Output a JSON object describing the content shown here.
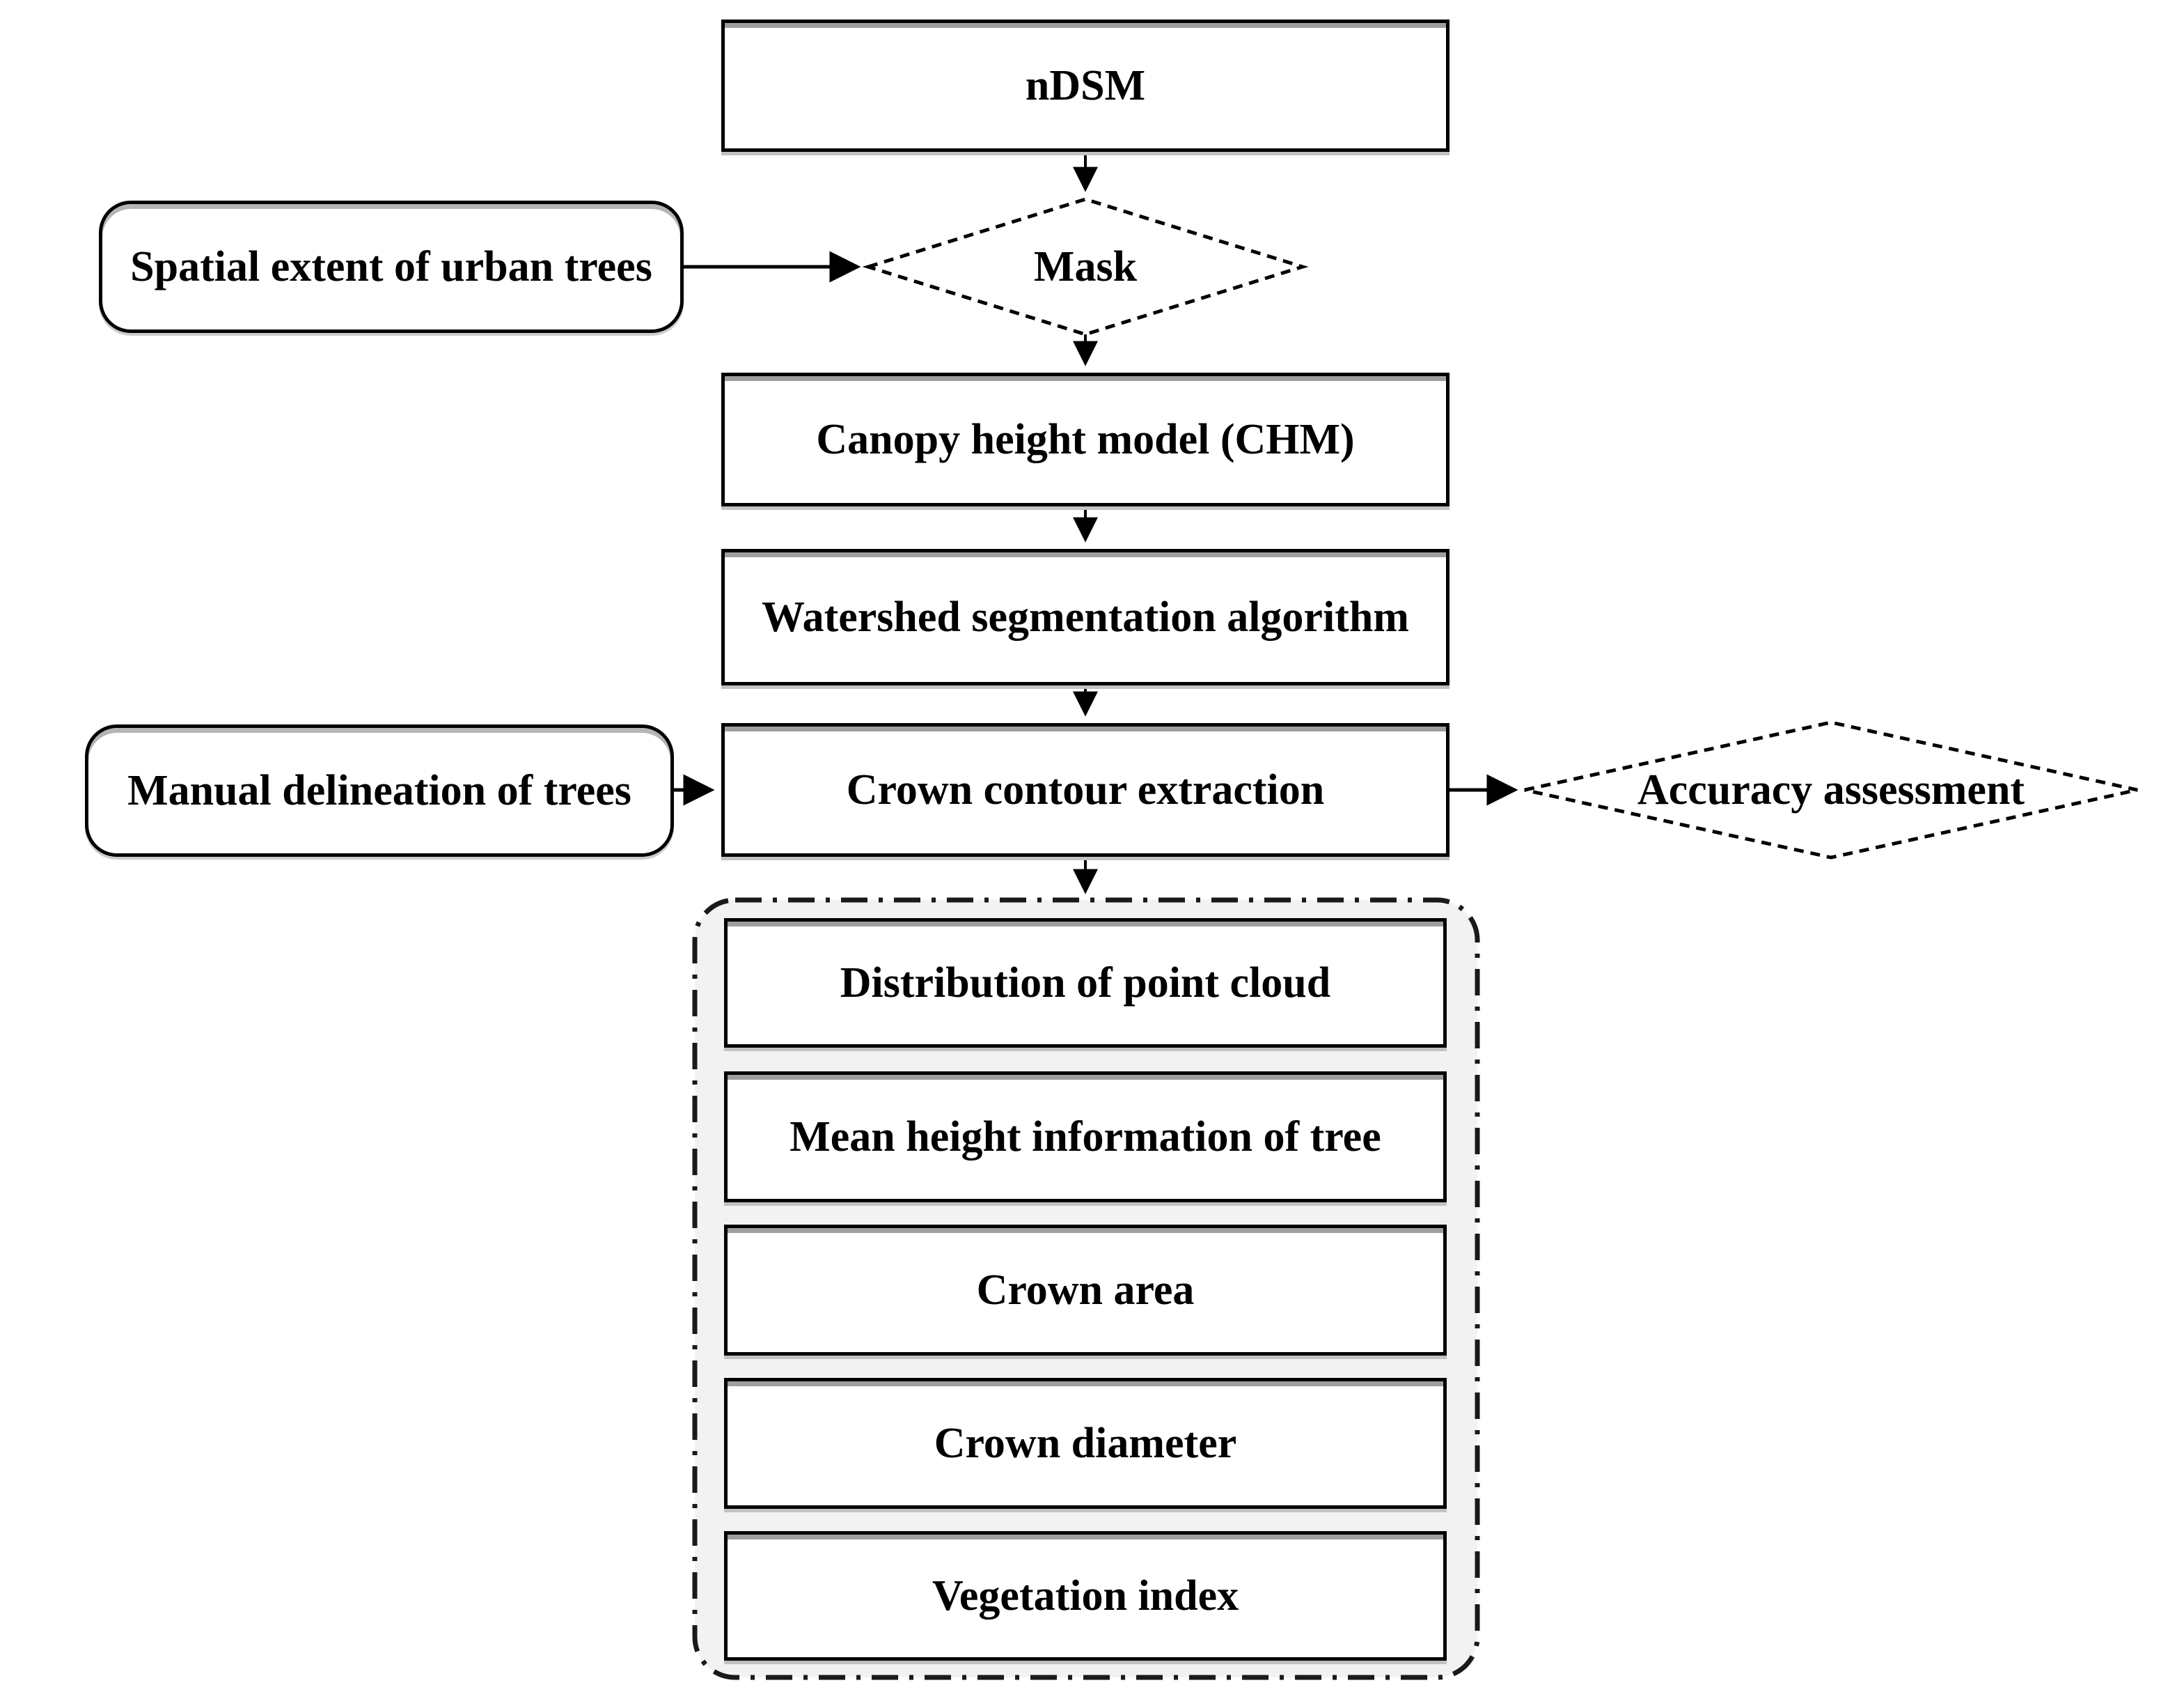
{
  "diagram": {
    "nodes": {
      "ndsm": {
        "label": "nDSM",
        "shape": "rect"
      },
      "spatial_extent": {
        "label": "Spatial extent of urban trees",
        "shape": "rounded-rect"
      },
      "mask": {
        "label": "Mask",
        "shape": "diamond"
      },
      "chm": {
        "label": "Canopy height model (CHM)",
        "shape": "rect"
      },
      "watershed": {
        "label": "Watershed segmentation algorithm",
        "shape": "rect"
      },
      "manual_delineation": {
        "label": "Manual delineation of trees",
        "shape": "rounded-rect"
      },
      "crown_contour": {
        "label": "Crown contour extraction",
        "shape": "rect"
      },
      "accuracy_assessment": {
        "label": "Accuracy assessment",
        "shape": "diamond"
      },
      "outputs": [
        {
          "label": "Distribution of point cloud"
        },
        {
          "label": "Mean height information of tree"
        },
        {
          "label": "Crown area"
        },
        {
          "label": "Crown diameter"
        },
        {
          "label": "Vegetation index"
        }
      ]
    },
    "edges": [
      "nDSM -> Mask",
      "Spatial extent of urban trees -> Mask",
      "Mask -> Canopy height model (CHM)",
      "Canopy height model (CHM) -> Watershed segmentation algorithm",
      "Watershed segmentation algorithm -> Crown contour extraction",
      "Manual delineation of trees -> Crown contour extraction",
      "Crown contour extraction -> Accuracy assessment",
      "Crown contour extraction -> outputs group"
    ],
    "colors": {
      "line": "#000000",
      "box_fill": "#ffffff",
      "box_border": "#000000",
      "container_fill": "#f2f2f2",
      "top_shade": "#9e9e9e"
    }
  }
}
